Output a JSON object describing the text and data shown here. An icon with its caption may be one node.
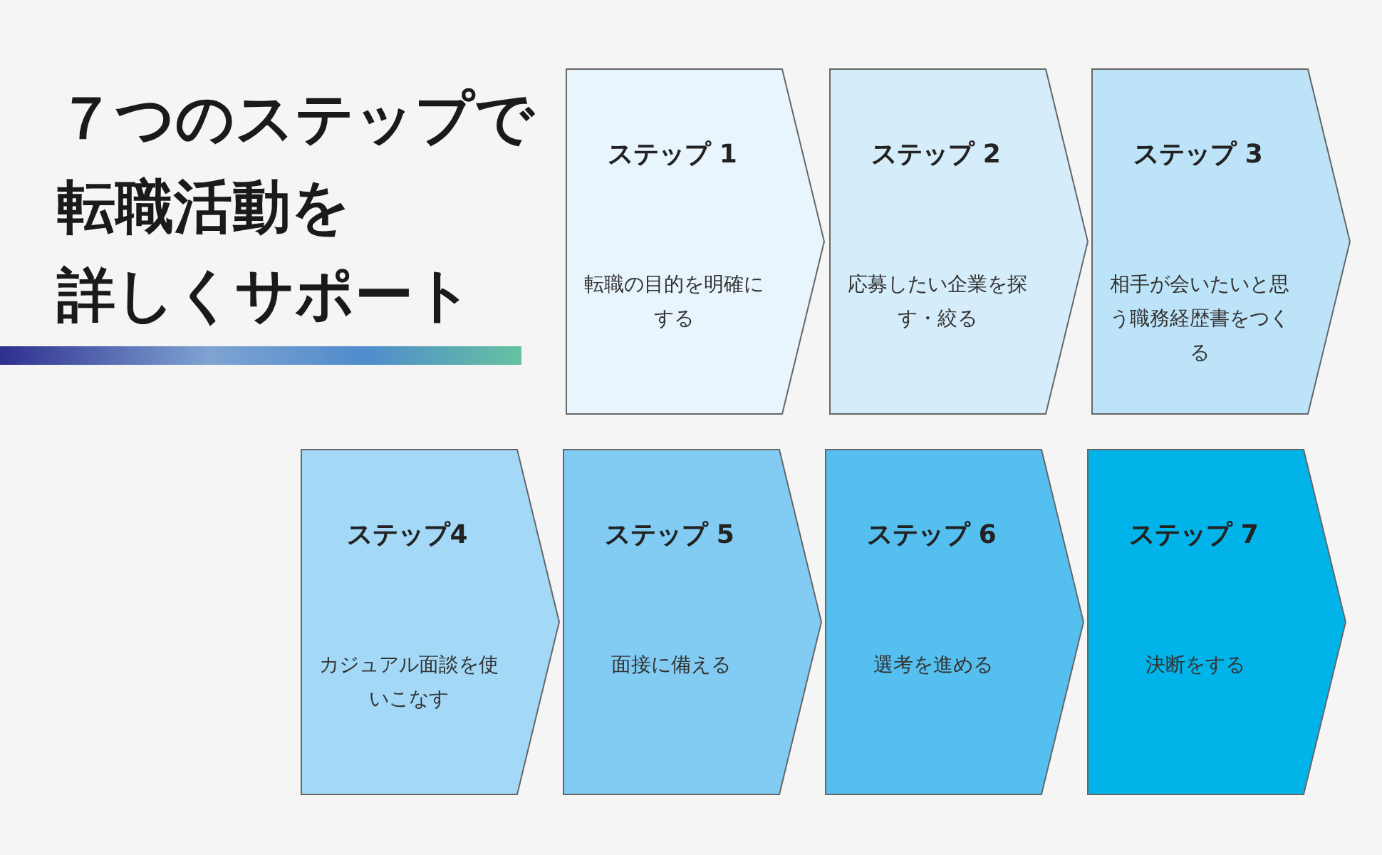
{
  "diagram": {
    "title": "７つのステップで**転職活動**を詳しくサポート",
    "nodes": [
      {
        "text": [
          "ステップ 1",
          "転職の目的を明確にする"
        ]
      },
      {
        "text": [
          "ステップ 2",
          "応募したい企業を探す・絞る"
        ]
      },
      {
        "text": [
          "ステップ 3",
          "相手が会いたいと思う職務経歴書をつくる"
        ]
      },
      {
        "text": [
          "ステップ4",
          "カジュアル面談を使いこなす"
        ]
      },
      {
        "text": [
          "ステップ 5",
          "面接に備える"
        ]
      },
      {
        "text": [
          "ステップ 6",
          "選考を進める"
        ]
      },
      {
        "text": [
          "ステップ 7",
          "決断をする"
        ]
      }
    ]
  }
}
